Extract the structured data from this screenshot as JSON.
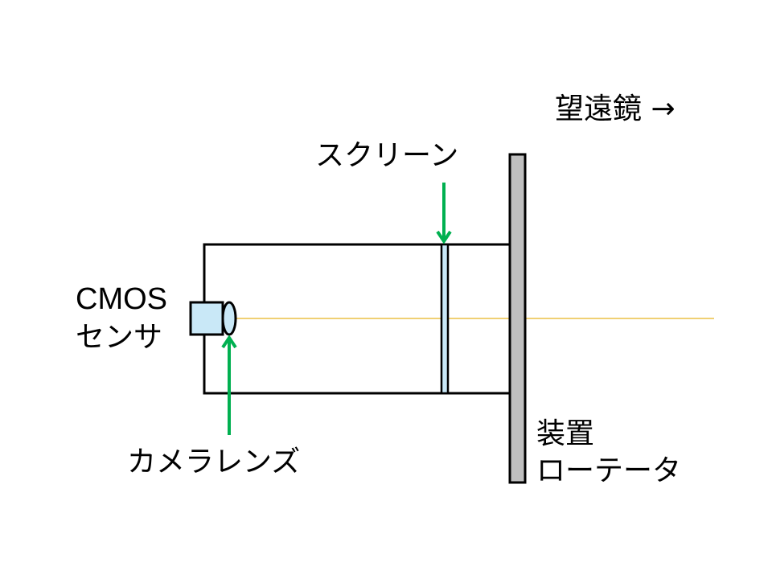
{
  "labels": {
    "telescope": "望遠鏡 →",
    "screen": "スクリーン",
    "sensor_line1": "CMOS",
    "sensor_line2": "センサ",
    "lens": "カメラレンズ",
    "rotator_line1": "装置",
    "rotator_line2": "ローテータ"
  },
  "colors": {
    "arrow": "#00b050",
    "optical_axis": "#e6b422",
    "component_fill": "#c9e8f7",
    "rotator_fill": "#bfbfbf"
  }
}
